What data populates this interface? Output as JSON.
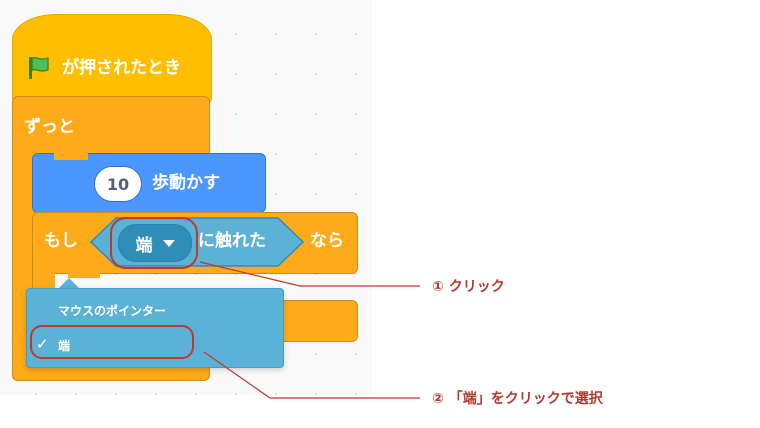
{
  "script": {
    "hat": {
      "label": "が押されたとき",
      "icon": "green-flag-icon"
    },
    "forever": {
      "label": "ずっと"
    },
    "move": {
      "steps": "10",
      "label": "歩動かす"
    },
    "if_block": {
      "if_label": "もし",
      "sensing_value": "端",
      "sensing_label": "に触れた",
      "then_label": "なら"
    }
  },
  "dropdown_menu": {
    "options": [
      "マウスのポインター",
      "端"
    ],
    "selected": "端",
    "check_mark": "✓"
  },
  "annotations": {
    "step1": "① クリック",
    "step2": "② 「端」をクリックで選択"
  },
  "colors": {
    "events": "#ffbf00",
    "control": "#ffab19",
    "motion": "#4c97ff",
    "sensing": "#5cb1d6",
    "annotation": "#c0392b"
  }
}
